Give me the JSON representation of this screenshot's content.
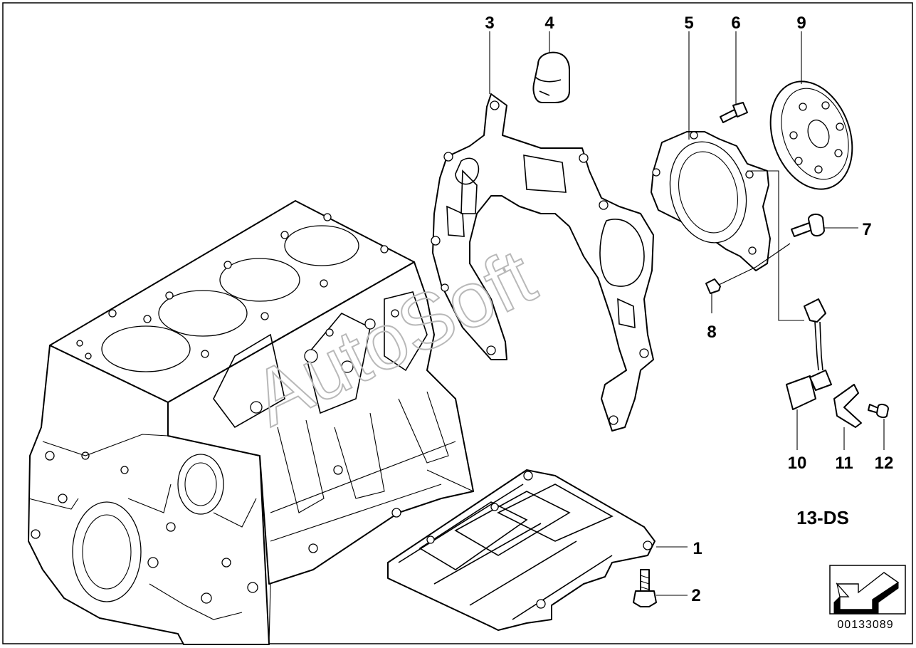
{
  "callouts": {
    "c1": "1",
    "c2": "2",
    "c3": "3",
    "c4": "4",
    "c5": "5",
    "c6": "6",
    "c7": "7",
    "c8": "8",
    "c9": "9",
    "c10": "10",
    "c11": "11",
    "c12": "12"
  },
  "caption": "13-DS",
  "document_id": "00133089",
  "watermark": "AutoSoft"
}
